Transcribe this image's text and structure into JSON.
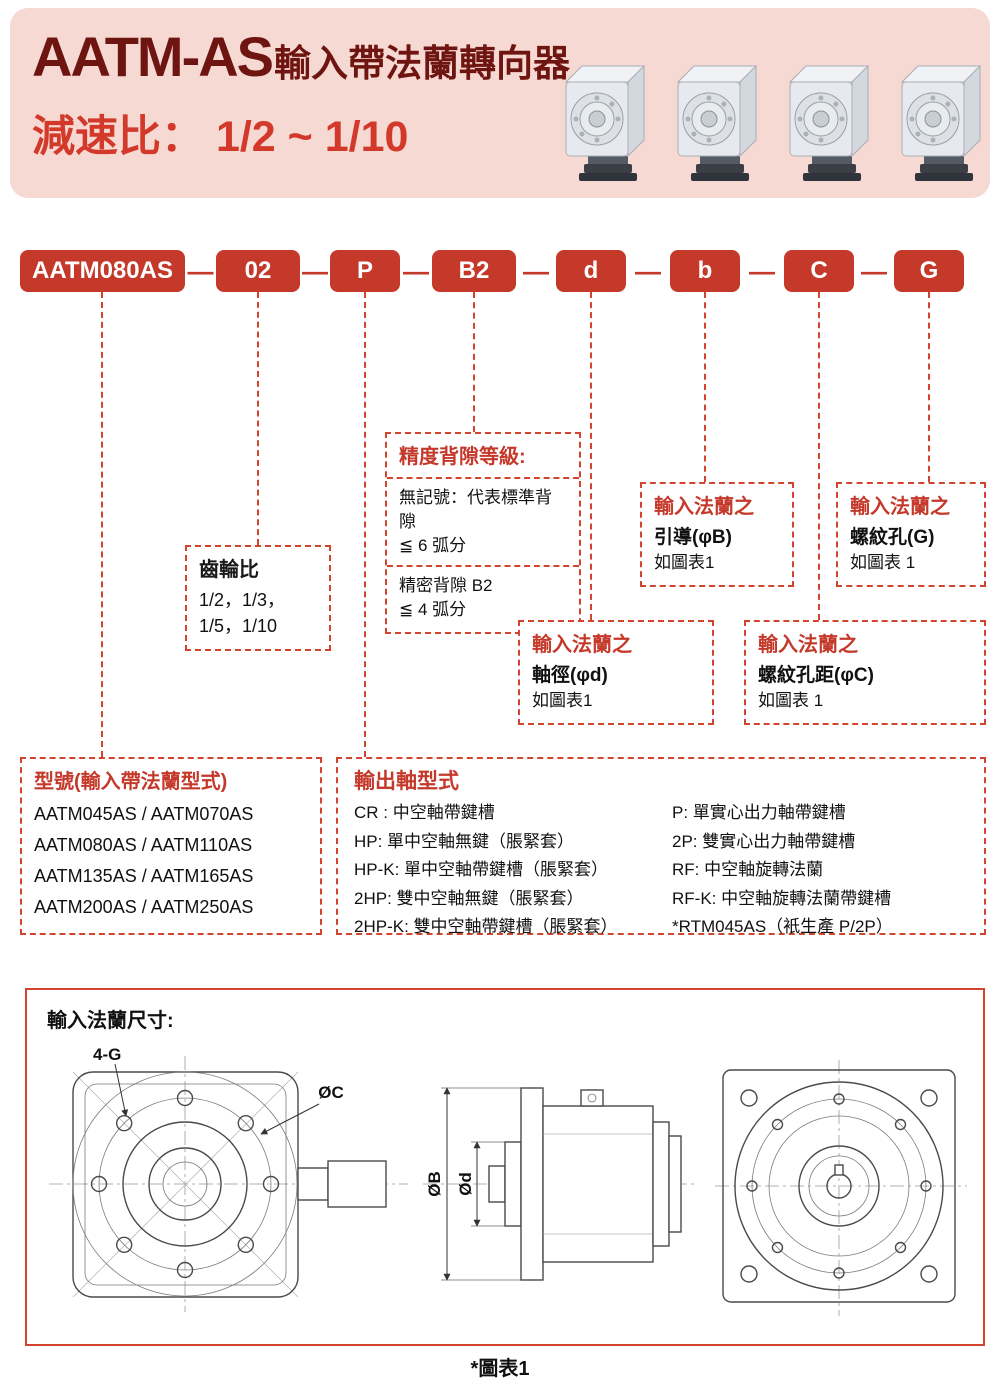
{
  "header": {
    "model": "AATM-AS",
    "title": "輸入帶法蘭轉向器",
    "subtitle": "減速比： 1/2 ~ 1/10"
  },
  "product_images": [
    "gearbox-render-1",
    "gearbox-render-2",
    "gearbox-render-3",
    "gearbox-render-4"
  ],
  "ordering_code": {
    "segments": [
      "AATM080AS",
      "02",
      "P",
      "B2",
      "d",
      "b",
      "C",
      "G"
    ],
    "separator": "—"
  },
  "callouts": {
    "backlash": {
      "title": "精度背隙等級:",
      "line1": "無記號：代表標準背隙",
      "line2": "≦ 6 弧分",
      "line3": "精密背隙 B2",
      "line4": "≦ 4 弧分"
    },
    "gear_ratio": {
      "title": "齒輪比",
      "line1": "1/2，1/3，",
      "line2": "1/5，1/10"
    },
    "flange_b": {
      "title": "輸入法蘭之",
      "line1": "引導(φB)",
      "line2": "如圖表1"
    },
    "flange_g": {
      "title": "輸入法蘭之",
      "line1": "螺紋孔(G)",
      "line2": "如圖表 1"
    },
    "flange_d": {
      "title": "輸入法蘭之",
      "line1": "軸徑(φd)",
      "line2": "如圖表1"
    },
    "flange_c": {
      "title": "輸入法蘭之",
      "line1": "螺紋孔距(φC)",
      "line2": "如圖表 1"
    },
    "model": {
      "title": "型號(輸入帶法蘭型式)",
      "lines": [
        "AATM045AS / AATM070AS",
        "AATM080AS / AATM110AS",
        "AATM135AS / AATM165AS",
        "AATM200AS / AATM250AS"
      ]
    },
    "output_shaft": {
      "title": "輸出軸型式",
      "left": [
        "CR : 中空軸帶鍵槽",
        "HP: 單中空軸無鍵（脹緊套）",
        "HP-K: 單中空軸帶鍵槽（脹緊套）",
        "2HP: 雙中空軸無鍵（脹緊套）",
        "2HP-K: 雙中空軸帶鍵槽（脹緊套）"
      ],
      "right": [
        "P: 單實心出力軸帶鍵槽",
        "2P: 雙實心出力軸帶鍵槽",
        "RF: 中空軸旋轉法蘭",
        "RF-K: 中空軸旋轉法蘭帶鍵槽",
        "*RTM045AS（衹生產 P/2P）"
      ]
    }
  },
  "drawing": {
    "title": "輸入法蘭尺寸:",
    "label_holes": "4-G",
    "label_bolt_circle": "ØC",
    "label_pilot": "ØB",
    "label_shaft": "Ød",
    "caption": "*圖表1"
  },
  "colors": {
    "header_bg": "#f6d9d2",
    "title_dark_red": "#6f1511",
    "subtitle_red": "#d2392a",
    "code_box_red": "#c5392b",
    "dashed_red": "#d2442e"
  }
}
